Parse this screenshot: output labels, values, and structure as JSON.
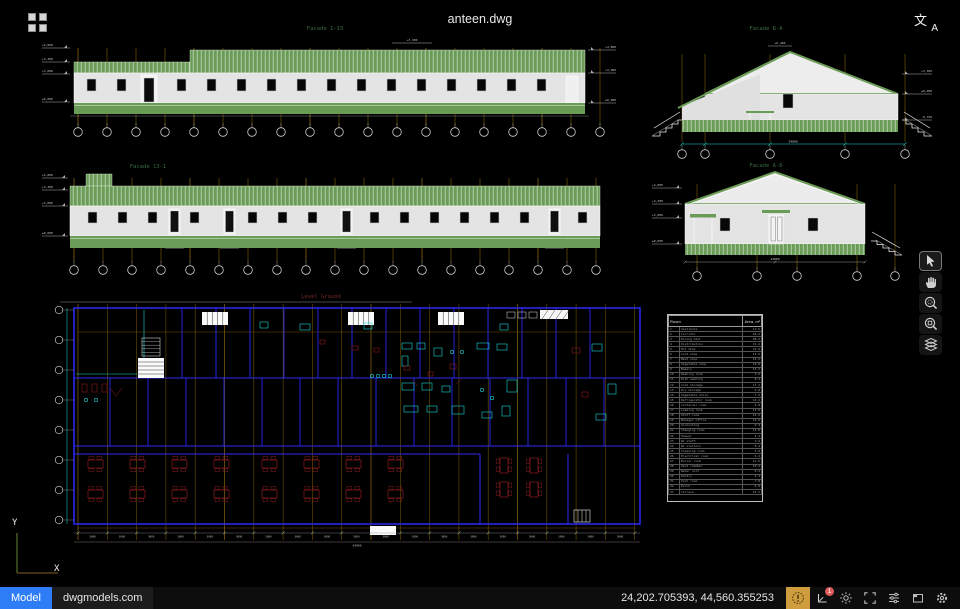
{
  "app": {
    "title": "anteen.dwg"
  },
  "topbar": {
    "translate_primary": "文",
    "translate_secondary": "A"
  },
  "tools": [
    {
      "name": "select-tool",
      "icon": "cursor-arrow",
      "active": true
    },
    {
      "name": "pan-tool",
      "icon": "hand",
      "active": false
    },
    {
      "name": "zoom-window-tool",
      "icon": "magnifier-dashed-circle",
      "active": false
    },
    {
      "name": "zoom-extents-tool",
      "icon": "magnifier-frame",
      "active": false
    },
    {
      "name": "layers-tool",
      "icon": "layers-stack",
      "active": false
    }
  ],
  "statusbar": {
    "tabs": [
      {
        "label": "Model",
        "active": true
      },
      {
        "label": "dwgmodels.com",
        "active": false
      }
    ],
    "coordinates": "24,202.705393, 44,560.355253",
    "warning_button": {
      "icon": "alert-dashed-circle",
      "color": "#cf9d3d"
    },
    "notification": {
      "icon": "corner-dimension",
      "badge": "1",
      "badge_color": "#e05b5b"
    },
    "icons": [
      "brightness-sun",
      "fullscreen-expand",
      "adjust-sliders",
      "viewport-frame",
      "settings-gear"
    ]
  },
  "drawing": {
    "facades": [
      {
        "label": "Facade 1-13"
      },
      {
        "label": "Facade 13-1"
      },
      {
        "label": "Facade Б-А"
      },
      {
        "label": "Facade А-Б"
      }
    ],
    "plan": {
      "label": "Level Ground"
    },
    "ucs": {
      "x": "X",
      "y": "Y"
    },
    "elev_marks": [
      "+4,800",
      "+3,300",
      "+3,000",
      "±0,000"
    ],
    "elev_marks_right": [
      "+6,400",
      "+3,300",
      "±0,000",
      "-0,750"
    ],
    "dims": {
      "gable_width": "24000",
      "bay": "3000",
      "plan_total": "54000"
    },
    "colors": {
      "green": "#6b9c57",
      "wall": "#e4e4e4",
      "grid_orange": "#6e5200",
      "blue_wall": "#2a2af5",
      "cyan": "#17d6d6",
      "dark_red": "#8a1c1c",
      "label_green": "#3a6b3f",
      "label_red": "#7a2a2a"
    }
  },
  "schedule": {
    "header_room": "Room",
    "header_area": "Area, m²",
    "rows": [
      [
        "1",
        "Vestibule",
        "12.5"
      ],
      [
        "2",
        "Corridor",
        "48.2"
      ],
      [
        "3",
        "Dining hall",
        "98.6"
      ],
      [
        "4",
        "Distribution",
        "16.4"
      ],
      [
        "5",
        "Hot shop",
        "32.8"
      ],
      [
        "6",
        "Cold shop",
        "14.6"
      ],
      [
        "7",
        "Meat shop",
        "12.2"
      ],
      [
        "8",
        "Vegetable shop",
        "10.8"
      ],
      [
        "9",
        "Bakery",
        "15.3"
      ],
      [
        "10",
        "Washing room",
        "9.6"
      ],
      [
        "11",
        "Dish washing",
        "8.4"
      ],
      [
        "12",
        "Cold storage",
        "11.2"
      ],
      [
        "13",
        "Dry storage",
        "9.8"
      ],
      [
        "14",
        "Vegetable store",
        "7.5"
      ],
      [
        "15",
        "Refrigerator room",
        "10.4"
      ],
      [
        "16",
        "Container room",
        "6.8"
      ],
      [
        "17",
        "Loading room",
        "12.0"
      ],
      [
        "18",
        "Staff room",
        "14.2"
      ],
      [
        "19",
        "Manager office",
        "10.6"
      ],
      [
        "20",
        "Accounting",
        "9.4"
      ],
      [
        "21",
        "Changing room",
        "12.8"
      ],
      [
        "22",
        "Shower",
        "4.2"
      ],
      [
        "23",
        "WC staff",
        "3.6"
      ],
      [
        "24",
        "WC visitors",
        "8.4"
      ],
      [
        "25",
        "Cleaning room",
        "4.0"
      ],
      [
        "26",
        "Electrical room",
        "6.2"
      ],
      [
        "27",
        "Boiler room",
        "12.6"
      ],
      [
        "28",
        "Vent chamber",
        "18.4"
      ],
      [
        "29",
        "Water unit",
        "8.2"
      ],
      [
        "30",
        "Pantry",
        "5.4"
      ],
      [
        "31",
        "Tech room",
        "7.8"
      ],
      [
        "32",
        "Porch",
        "6.0"
      ],
      [
        "33",
        "Terrace",
        "24.5"
      ]
    ]
  }
}
